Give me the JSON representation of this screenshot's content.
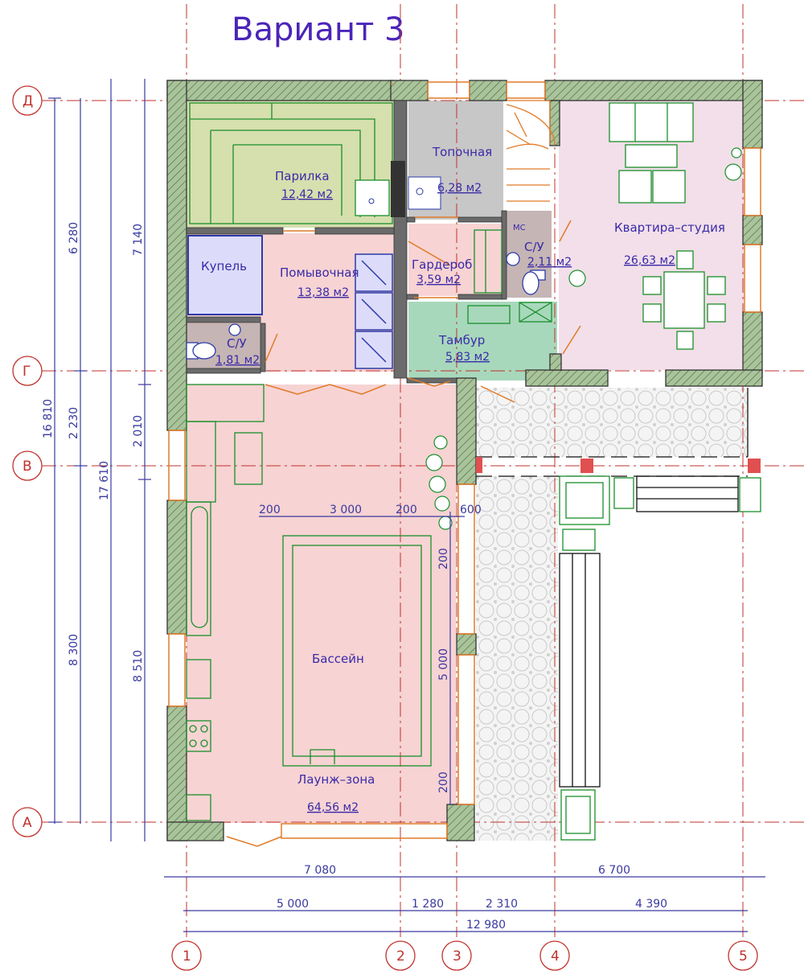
{
  "title": "Вариант 3",
  "rooms": [
    {
      "id": "parilka",
      "name": "Парилка",
      "area": "12,42 м2"
    },
    {
      "id": "topochnaya",
      "name": "Топочная",
      "area": "6,28 м2"
    },
    {
      "id": "kupel",
      "name": "Купель",
      "area": ""
    },
    {
      "id": "pomyvochnaya",
      "name": "Помывочная",
      "area": "13,38 м2"
    },
    {
      "id": "garderob",
      "name": "Гардероб",
      "area": "3,59 м2"
    },
    {
      "id": "su-small",
      "name": "С/У",
      "area": "2,11 м2"
    },
    {
      "id": "kvartira",
      "name": "Квартира–студия",
      "area": "26,63 м2"
    },
    {
      "id": "su-left",
      "name": "С/У",
      "area": "1,81 м2"
    },
    {
      "id": "tambur",
      "name": "Тамбур",
      "area": "5,83 м2"
    },
    {
      "id": "bassein",
      "name": "Бассейн",
      "area": ""
    },
    {
      "id": "launzh",
      "name": "Лаунж–зона",
      "area": "64,56 м2"
    }
  ],
  "mc_label": "МС",
  "axes_vertical": [
    "1",
    "2",
    "3",
    "4",
    "5"
  ],
  "axes_horizontal": [
    "Д",
    "Г",
    "В",
    "А"
  ],
  "dims_left": {
    "outer_total": "17 610",
    "total": "16 810",
    "seg1": "6 280",
    "seg2": "2 230",
    "seg3": "8 300",
    "inner1": "7 140",
    "inner2": "2 010",
    "inner3": "8 510"
  },
  "dims_bottom": {
    "row1": [
      "7 080",
      "6 700"
    ],
    "row2": [
      "5 000",
      "1 280",
      "2 310",
      "4 390"
    ],
    "total": "12 980"
  },
  "dims_pool": {
    "horizontal": [
      "200",
      "3 000",
      "200",
      "600"
    ],
    "vertical": [
      "200",
      "5 000",
      "200"
    ]
  },
  "colors": {
    "wall": "#a9c39a",
    "sauna": "#d6dfae",
    "pink": "#f7d3d3",
    "furnace": "#c7c7c7",
    "vestibule": "#a8d8bc",
    "bath": "#c5b5b4",
    "studio": "#f2dfe9",
    "axis": "#c0322c",
    "dim": "#3a3aa0",
    "furniture": "#1a8f2a",
    "pool_blue": "#2d3aa8",
    "door": "#e07b28"
  }
}
